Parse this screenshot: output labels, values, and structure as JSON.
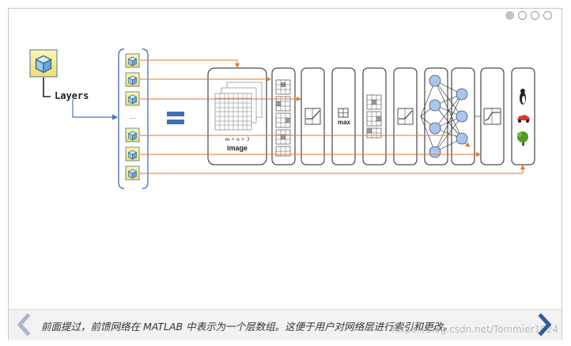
{
  "pager": {
    "total": 4,
    "active": 0
  },
  "diagram": {
    "layers_label": "Layers",
    "dims_label": "m × n × 3",
    "image_label": "image",
    "max_label": "max",
    "ellipsis": "...",
    "accent_orange": "#e07a2e",
    "accent_blue": "#4a78c8",
    "equals_color": "#3f70b8"
  },
  "caption": {
    "text": "前面提过，前馈网络在 MATLAB 中表示为一个层数组。这便于用户对网络层进行索引和更改。",
    "watermark": "https://blog.csdn.net/Tommier1024"
  },
  "nav": {
    "prev_icon": "chevron-left-icon",
    "next_icon": "chevron-right-icon"
  }
}
